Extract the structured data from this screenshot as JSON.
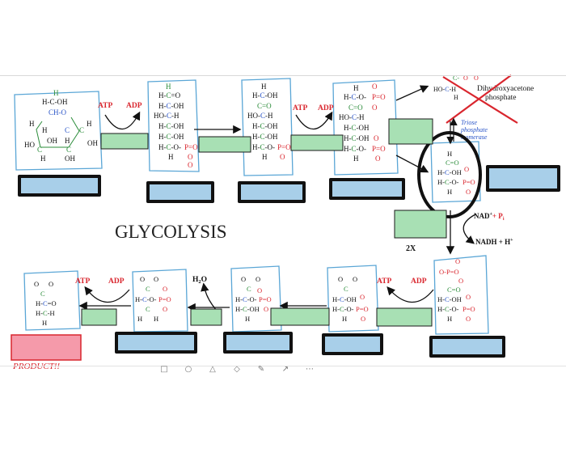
{
  "title": "GLYCOLYSIS",
  "colors": {
    "arrow": "#111111",
    "answer_box_fill": "#a8cfe9",
    "answer_box_stroke": "#111111",
    "enzyme_box_fill": "#a8e0b4",
    "enzyme_box_stroke": "#1a1a1a",
    "red_label": "#d9262e",
    "blue_atom": "#2a55c8",
    "green_atom": "#2b8c3a",
    "product_box_fill": "#f59aaa"
  },
  "cofactors": {
    "atp": "ATP",
    "adp": "ADP",
    "h2o": "H2O",
    "nad": "NAD",
    "nad_plus": "+",
    "nad_pi": "+ P",
    "pi_sub": "i",
    "nadh": "NADH + H",
    "nadh_plus": "+",
    "two_x": "2X"
  },
  "side_labels": {
    "dhap_line1": "Dihydroxyacetone",
    "dhap_line2": "phosphate",
    "triose_line1": "Triose",
    "triose_line2": "phosphate",
    "triose_line3": "isomerase",
    "product": "PRODUCT!!"
  },
  "toolbar": {
    "tools": [
      "square-tool",
      "circle-tool",
      "triangle-tool",
      "diamond-tool",
      "pen-tool",
      "arrow-tool",
      "more-tool"
    ]
  }
}
